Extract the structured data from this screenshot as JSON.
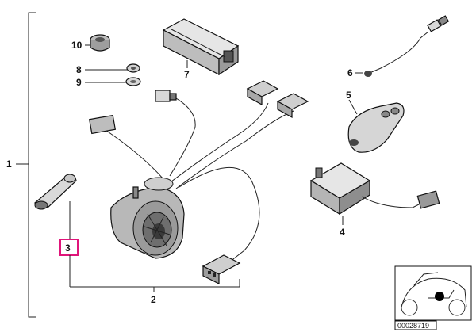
{
  "callouts": {
    "c1": "1",
    "c2": "2",
    "c3": "3",
    "c4": "4",
    "c5": "5",
    "c6": "6",
    "c7": "7",
    "c8": "8",
    "c9": "9",
    "c10": "10"
  },
  "reference_number": "00028719",
  "colors": {
    "highlight": "#e0157a",
    "ink": "#111111"
  }
}
